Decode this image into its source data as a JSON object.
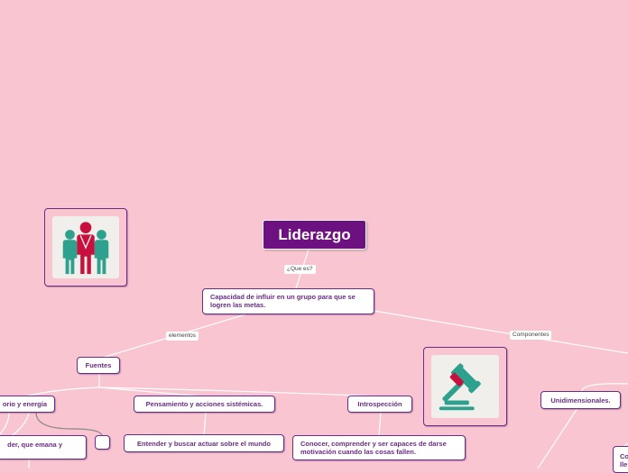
{
  "map": {
    "root": "Liderazgo",
    "definition": "Capacidad de influir en un grupo para que se logren las metas.",
    "links": {
      "que_es": "¿Que es?",
      "elementos": "elementos",
      "componentes": "Componentes"
    },
    "nodes": {
      "fuentes": "Fuentes",
      "poder_energia": "orio y energía",
      "emana": "der, que emana y",
      "pensamiento": "Pensamiento y acciones sistémicas.",
      "entender": "Entender y buscar actuar sobre el mundo",
      "introspeccion": "Introspección",
      "conocer": "Conocer, comprender y ser capaces de darse motivación cuando las cosas fallen.",
      "unidimensionales": "Unidimensionales.",
      "partial_right_1": "Co",
      "partial_right_2": "lle"
    }
  },
  "colors": {
    "background": "#f9c5d0",
    "accent": "#6e1180",
    "node_border": "#6a2c86",
    "icon_red": "#c8103e",
    "icon_teal": "#2ea08e"
  },
  "icons": {
    "group_image": "leadership-group-icon",
    "gavel_image": "gavel-icon"
  }
}
